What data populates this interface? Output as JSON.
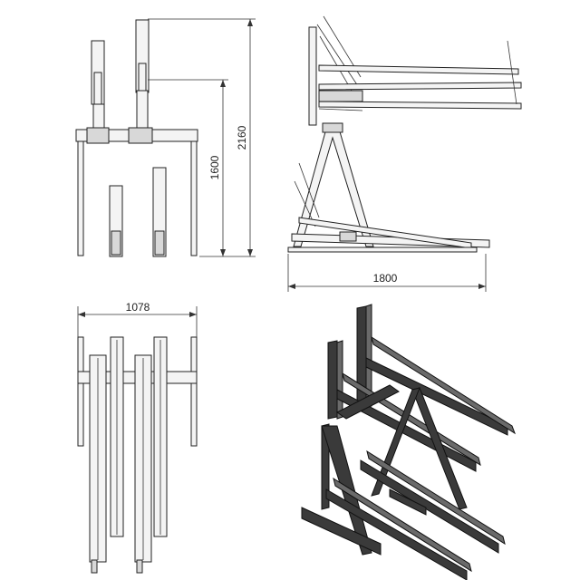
{
  "dimensions": {
    "overall_height": "2160",
    "rail_height": "1600",
    "length": "1800",
    "width": "1078"
  }
}
